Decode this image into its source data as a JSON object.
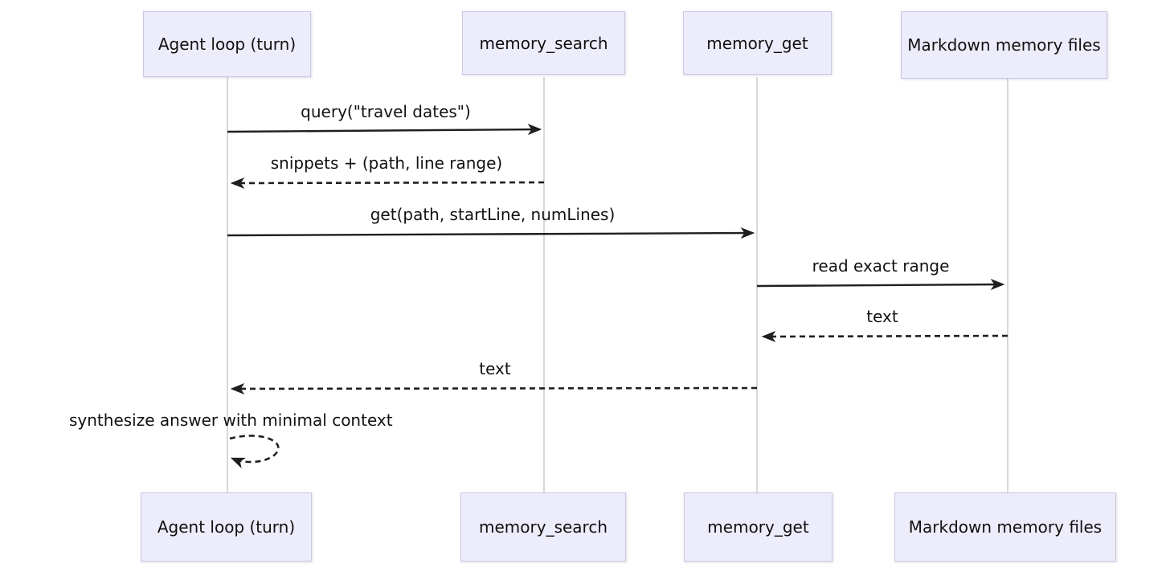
{
  "diagram": {
    "type": "sequence-diagram",
    "colors": {
      "background": "#ffffff",
      "actor_fill": "#ECECFA",
      "actor_border": "#C9C9E3",
      "lifeline": "#D8D8D8",
      "arrow": "#1F1F1F",
      "text": "#111111"
    },
    "participants": [
      {
        "id": "agent-loop",
        "label": "Agent loop (turn)"
      },
      {
        "id": "memory-search",
        "label": "memory_search"
      },
      {
        "id": "memory-get",
        "label": "memory_get"
      },
      {
        "id": "markdown-memory-files",
        "label": "Markdown memory files"
      }
    ],
    "messages": [
      {
        "from": "agent-loop",
        "to": "memory-search",
        "label": "query(\"travel dates\")",
        "style": "solid"
      },
      {
        "from": "memory-search",
        "to": "agent-loop",
        "label": "snippets + (path, line range)",
        "style": "dashed"
      },
      {
        "from": "agent-loop",
        "to": "memory-get",
        "label": "get(path, startLine, numLines)",
        "style": "solid"
      },
      {
        "from": "memory-get",
        "to": "markdown-memory-files",
        "label": "read exact range",
        "style": "solid"
      },
      {
        "from": "markdown-memory-files",
        "to": "memory-get",
        "label": "text",
        "style": "dashed"
      },
      {
        "from": "memory-get",
        "to": "agent-loop",
        "label": "text",
        "style": "dashed"
      },
      {
        "from": "agent-loop",
        "to": "agent-loop",
        "label": "synthesize answer with minimal context",
        "style": "dashed-self"
      }
    ]
  }
}
